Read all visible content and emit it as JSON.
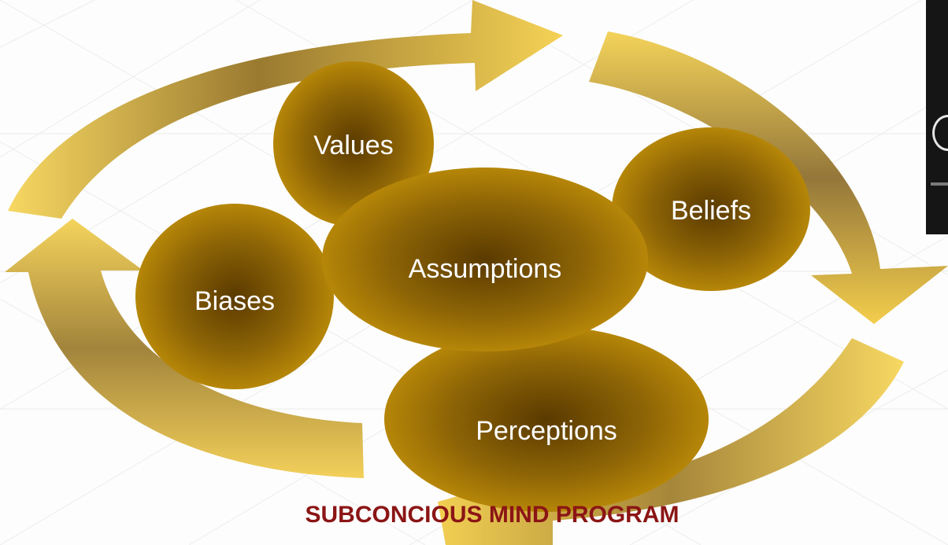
{
  "diagram": {
    "nodes": [
      {
        "id": "values",
        "label": "Values"
      },
      {
        "id": "beliefs",
        "label": "Beliefs"
      },
      {
        "id": "assumptions",
        "label": "Assumptions"
      },
      {
        "id": "biases",
        "label": "Biases"
      },
      {
        "id": "perceptions",
        "label": "Perceptions"
      }
    ],
    "caption": "SUBCONCIOUS MIND PROGRAM",
    "cycle": "clockwise"
  },
  "colors": {
    "node_center": "#5a3a00",
    "node_edge": "#c08f08",
    "arrow_light": "#f7d862",
    "arrow_dark": "#8c6e2a",
    "caption": "#8b1515",
    "label": "#ffffff"
  }
}
